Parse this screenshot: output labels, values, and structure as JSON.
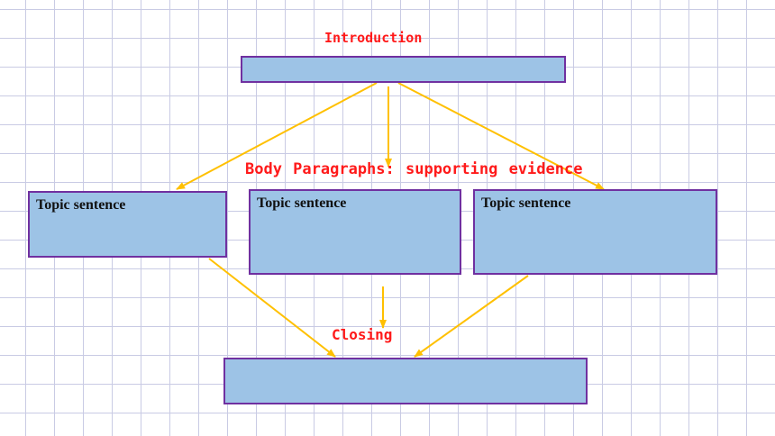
{
  "labels": {
    "introduction": "Introduction",
    "body": "Body Paragraphs: supporting evidence",
    "closing": "Closing"
  },
  "boxes": {
    "topic_1": "Topic sentence",
    "topic_2": "Topic sentence",
    "topic_3": "Topic sentence"
  },
  "colors": {
    "box_fill": "#9dc3e6",
    "box_border": "#7030a0",
    "arrow": "#ffc000",
    "label": "#ff1a1a",
    "grid": "#c9cbe4"
  }
}
